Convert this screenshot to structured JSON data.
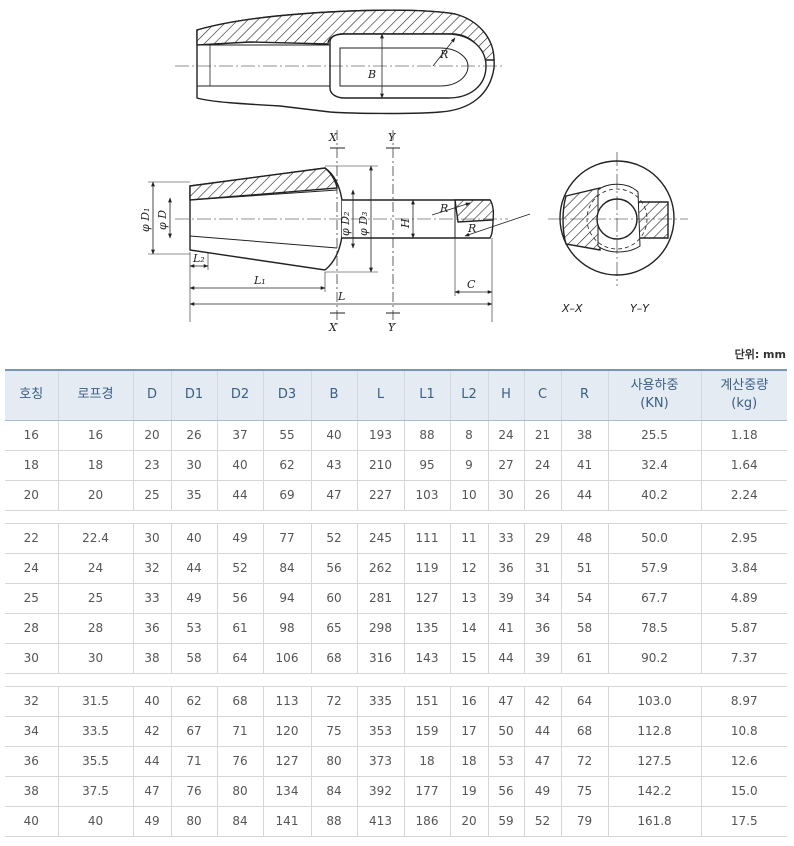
{
  "drawing_labels": {
    "B": "B",
    "R": "R",
    "X": "X",
    "Y": "Y",
    "phiD1": "φ D₁",
    "phiD": "φ D",
    "phiD2": "φ D₂",
    "phiD3": "φ D₃",
    "H": "H",
    "L2": "L₂",
    "L1": "L₁",
    "L": "L",
    "C": "C",
    "XX": "X–X",
    "YY": "Y–Y"
  },
  "unit_label": "단위: mm",
  "columns": [
    {
      "key": "name",
      "label": "호칭"
    },
    {
      "key": "rope",
      "label": "로프경"
    },
    {
      "key": "D",
      "label": "D"
    },
    {
      "key": "D1",
      "label": "D1"
    },
    {
      "key": "D2",
      "label": "D2"
    },
    {
      "key": "D3",
      "label": "D3"
    },
    {
      "key": "B",
      "label": "B"
    },
    {
      "key": "L",
      "label": "L"
    },
    {
      "key": "L1",
      "label": "L1"
    },
    {
      "key": "L2",
      "label": "L2"
    },
    {
      "key": "H",
      "label": "H"
    },
    {
      "key": "C",
      "label": "C"
    },
    {
      "key": "R",
      "label": "R"
    },
    {
      "key": "load",
      "label": "사용하중",
      "sub": "(KN)"
    },
    {
      "key": "weight",
      "label": "계산중량",
      "sub": "(kg)"
    }
  ],
  "groups": [
    [
      [
        "16",
        "16",
        "20",
        "26",
        "37",
        "55",
        "40",
        "193",
        "88",
        "8",
        "24",
        "21",
        "38",
        "25.5",
        "1.18"
      ],
      [
        "18",
        "18",
        "23",
        "30",
        "40",
        "62",
        "43",
        "210",
        "95",
        "9",
        "27",
        "24",
        "41",
        "32.4",
        "1.64"
      ],
      [
        "20",
        "20",
        "25",
        "35",
        "44",
        "69",
        "47",
        "227",
        "103",
        "10",
        "30",
        "26",
        "44",
        "40.2",
        "2.24"
      ]
    ],
    [
      [
        "22",
        "22.4",
        "30",
        "40",
        "49",
        "77",
        "52",
        "245",
        "111",
        "11",
        "33",
        "29",
        "48",
        "50.0",
        "2.95"
      ],
      [
        "24",
        "24",
        "32",
        "44",
        "52",
        "84",
        "56",
        "262",
        "119",
        "12",
        "36",
        "31",
        "51",
        "57.9",
        "3.84"
      ],
      [
        "25",
        "25",
        "33",
        "49",
        "56",
        "94",
        "60",
        "281",
        "127",
        "13",
        "39",
        "34",
        "54",
        "67.7",
        "4.89"
      ],
      [
        "28",
        "28",
        "36",
        "53",
        "61",
        "98",
        "65",
        "298",
        "135",
        "14",
        "41",
        "36",
        "58",
        "78.5",
        "5.87"
      ],
      [
        "30",
        "30",
        "38",
        "58",
        "64",
        "106",
        "68",
        "316",
        "143",
        "15",
        "44",
        "39",
        "61",
        "90.2",
        "7.37"
      ]
    ],
    [
      [
        "32",
        "31.5",
        "40",
        "62",
        "68",
        "113",
        "72",
        "335",
        "151",
        "16",
        "47",
        "42",
        "64",
        "103.0",
        "8.97"
      ],
      [
        "34",
        "33.5",
        "42",
        "67",
        "71",
        "120",
        "75",
        "353",
        "159",
        "17",
        "50",
        "44",
        "68",
        "112.8",
        "10.8"
      ],
      [
        "36",
        "35.5",
        "44",
        "71",
        "76",
        "127",
        "80",
        "373",
        "18",
        "18",
        "53",
        "47",
        "72",
        "127.5",
        "12.6"
      ],
      [
        "38",
        "37.5",
        "47",
        "76",
        "80",
        "134",
        "84",
        "392",
        "177",
        "19",
        "56",
        "49",
        "75",
        "142.2",
        "15.0"
      ],
      [
        "40",
        "40",
        "49",
        "80",
        "84",
        "141",
        "88",
        "413",
        "186",
        "20",
        "59",
        "52",
        "79",
        "161.8",
        "17.5"
      ]
    ]
  ]
}
